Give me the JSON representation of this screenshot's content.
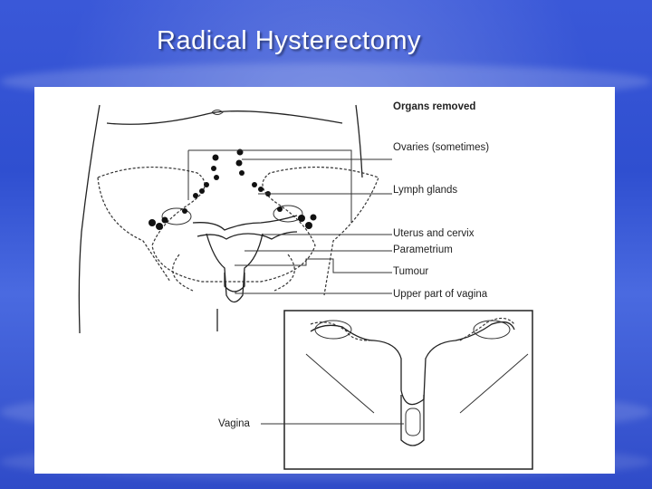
{
  "slide": {
    "title": "Radical  Hysterectomy"
  },
  "diagram": {
    "heading": "Organs removed",
    "labels": [
      "Ovaries (sometimes)",
      "Lymph glands",
      "Uterus and cervix",
      "Parametrium",
      "Tumour",
      "Upper part of vagina"
    ],
    "inset_label": "Vagina"
  }
}
